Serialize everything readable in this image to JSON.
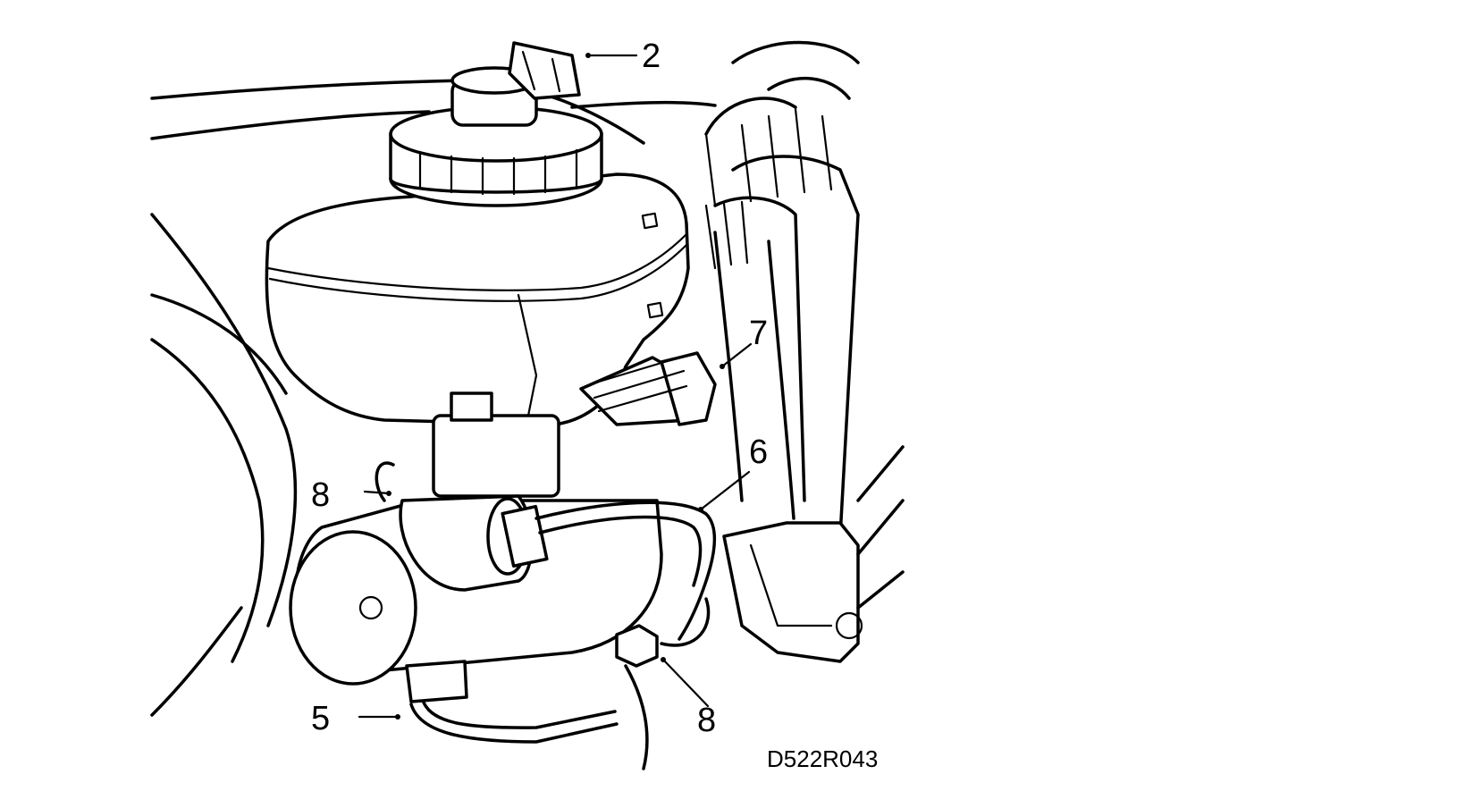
{
  "figure_code": "D522R043",
  "callouts": [
    {
      "id": "2",
      "label": "2"
    },
    {
      "id": "7",
      "label": "7"
    },
    {
      "id": "6",
      "label": "6"
    },
    {
      "id": "8a",
      "label": "8"
    },
    {
      "id": "8b",
      "label": "8"
    },
    {
      "id": "5",
      "label": "5"
    }
  ]
}
